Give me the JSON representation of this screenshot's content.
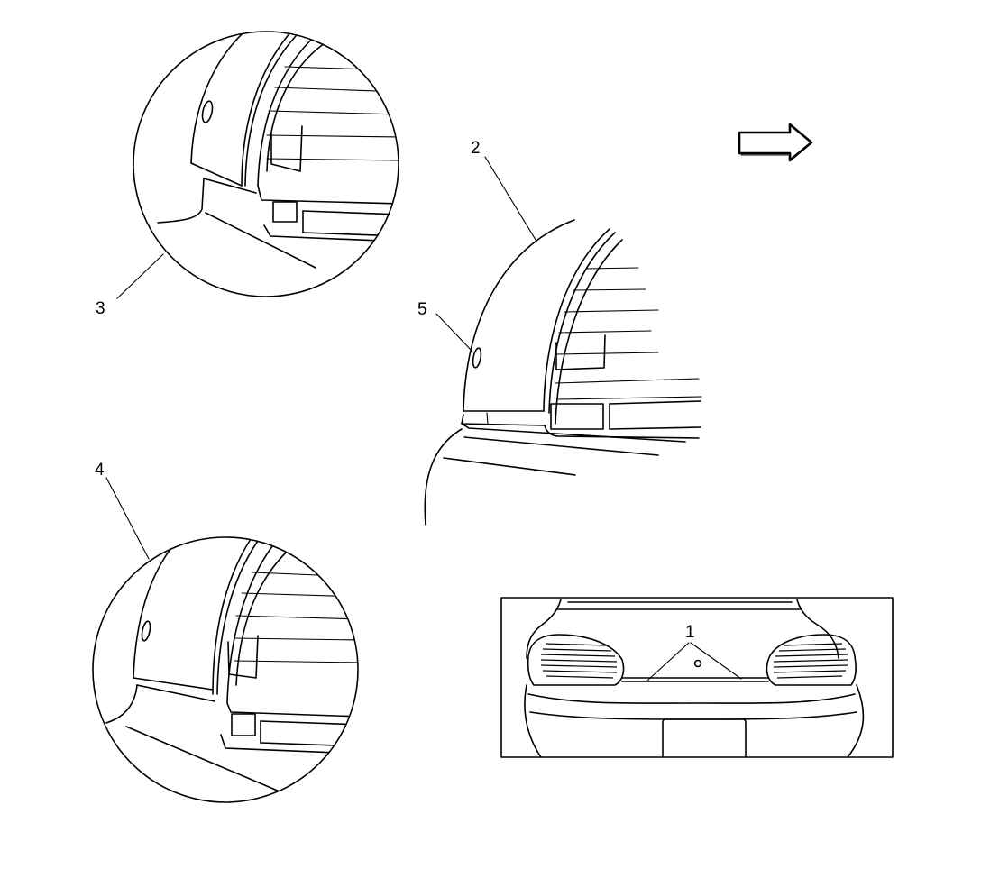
{
  "callouts": {
    "c1": "1",
    "c2": "2",
    "c3": "3",
    "c4": "4",
    "c5": "5"
  },
  "icons": {
    "direction": "right-arrow-icon"
  }
}
